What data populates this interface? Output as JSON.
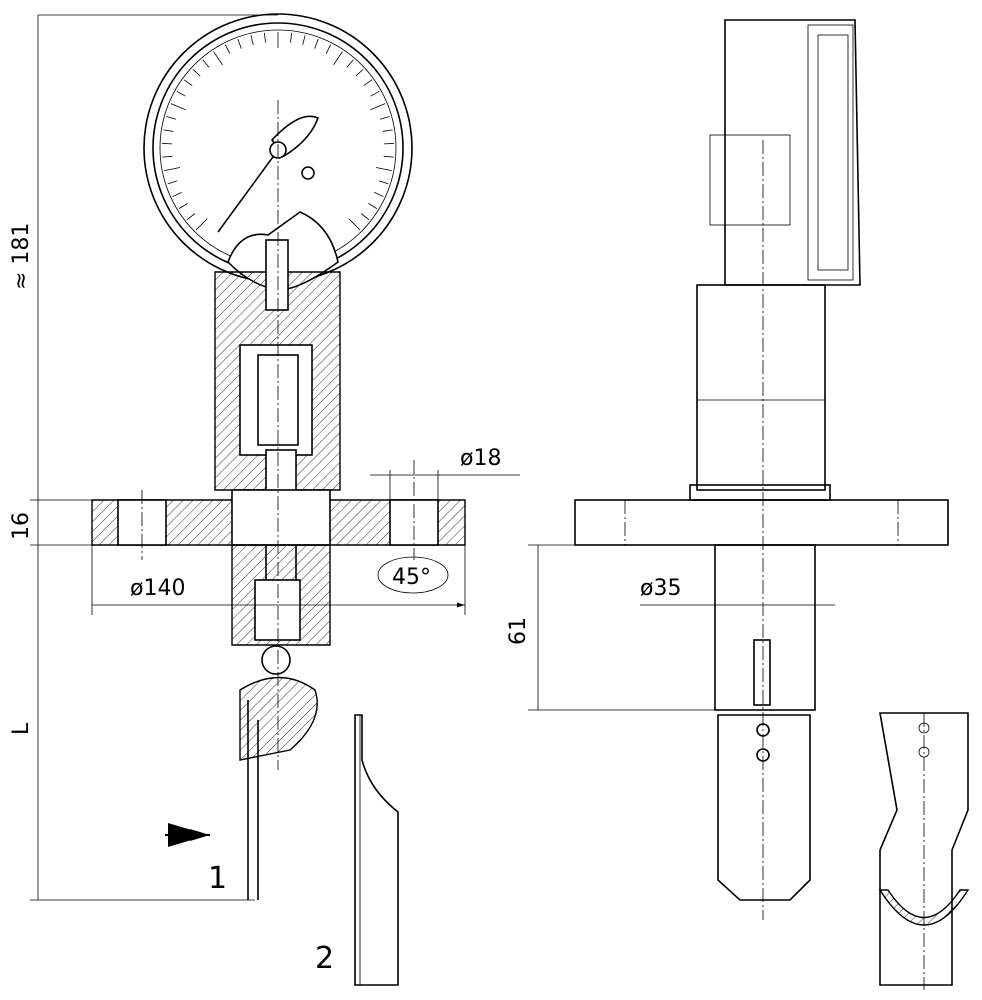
{
  "dimensions": {
    "height_approx": "≈ 181",
    "flange_thickness": "16",
    "insertion_length": "L",
    "bolt_hole_diameter": "ø18",
    "flange_diameter": "ø140",
    "bolt_angle": "45°",
    "tube_diameter": "ø35",
    "tube_length": "61"
  },
  "callouts": {
    "paddle_1": "1",
    "paddle_2": "2"
  }
}
